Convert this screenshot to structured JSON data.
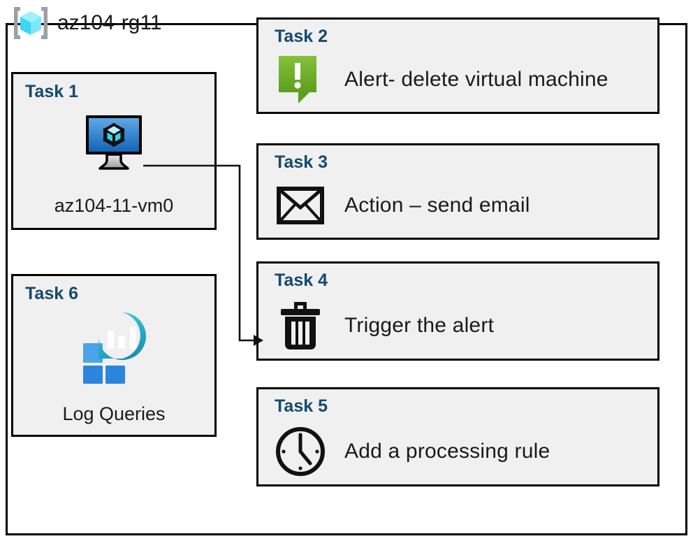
{
  "resource_group": {
    "name": "az104-rg11",
    "icon": "resource-group-cube-icon"
  },
  "left_column": [
    {
      "id": "task1",
      "label": "Task 1",
      "icon": "virtual-machine-icon",
      "caption": "az104-11-vm0"
    },
    {
      "id": "task6",
      "label": "Task 6",
      "icon": "log-analytics-queries-icon",
      "caption": "Log Queries"
    }
  ],
  "right_column": [
    {
      "id": "task2",
      "label": "Task 2",
      "icon": "alert-exclamation-icon",
      "text": "Alert- delete virtual machine"
    },
    {
      "id": "task3",
      "label": "Task 3",
      "icon": "envelope-email-icon",
      "text": "Action – send email"
    },
    {
      "id": "task4",
      "label": "Task 4",
      "icon": "trash-delete-icon",
      "text": "Trigger the alert"
    },
    {
      "id": "task5",
      "label": "Task 5",
      "icon": "clock-icon",
      "text": "Add a processing rule"
    }
  ],
  "connector": {
    "from": "virtual-machine-icon",
    "to": "task4",
    "arrowhead": "right"
  },
  "colors": {
    "task_label": "#134a6e",
    "card_background": "#f0f0f0",
    "card_border": "#000000",
    "alert_green": "#6cb52d",
    "vm_blue": "#2a7fd4",
    "log_teal": "#2ec8e6",
    "rg_cube_cyan": "#6fe4f6",
    "rg_bracket_gray": "#9aa0a6"
  }
}
